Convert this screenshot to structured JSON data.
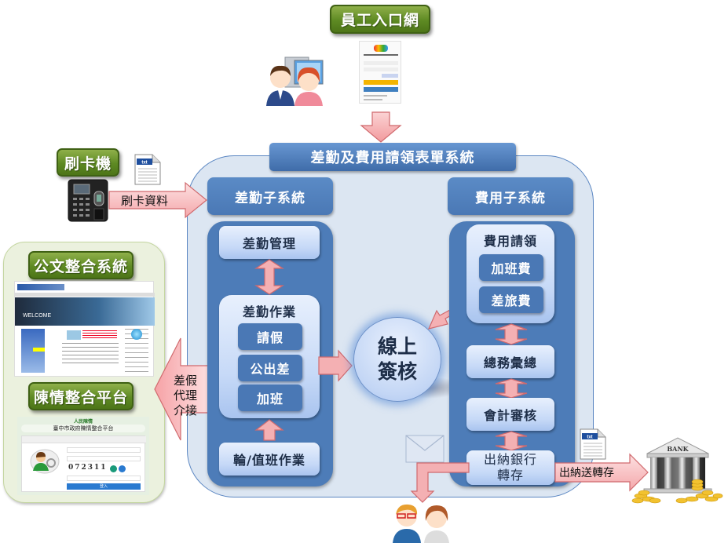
{
  "diagram": {
    "title": "差勤及費用請領表單系統",
    "colors": {
      "green_label": "#5e8a23",
      "blue_panel": "#4d7cb8",
      "light_box": "#c6d9f7",
      "system_bg": "#dce6f2",
      "arrow_pink": "#f4b6b8",
      "arrow_border": "#d06a6e",
      "left_panel_bg": "#ebf1de"
    },
    "portal": {
      "label": "員工入口網"
    },
    "card_machine": {
      "label": "刷卡機",
      "arrow_label": "刷卡資料",
      "file_badge": "txt"
    },
    "left_systems": {
      "document_system": {
        "label": "公文整合系統",
        "screenshot_text": "WELCOME"
      },
      "petition_platform": {
        "label": "陳情整合平台",
        "screenshot_header": "人民陳情",
        "screenshot_title": "臺中市政府陳情整合平台",
        "captcha": "072311",
        "login_button": "登入"
      },
      "proxy_arrow_lines": [
        "差假",
        "代理",
        "介接"
      ]
    },
    "attendance_subsystem": {
      "header": "差勤子系統",
      "management": "差勤管理",
      "operations": {
        "title": "差勤作業",
        "items": [
          "請假",
          "公出差",
          "加班"
        ]
      },
      "shift": "輪/值班作業"
    },
    "online_approval": {
      "lines": [
        "線上",
        "簽核"
      ]
    },
    "expense_subsystem": {
      "header": "費用子系統",
      "claim": {
        "title": "費用請領",
        "items": [
          "加班費",
          "差旅費"
        ]
      },
      "general_affairs": "總務彙總",
      "accounting": "會計審核",
      "cashier_lines": [
        "出納銀行",
        "轉存"
      ]
    },
    "bank": {
      "arrow_label": "出納送轉存",
      "sign": "BANK",
      "file_badge": "txt"
    }
  }
}
